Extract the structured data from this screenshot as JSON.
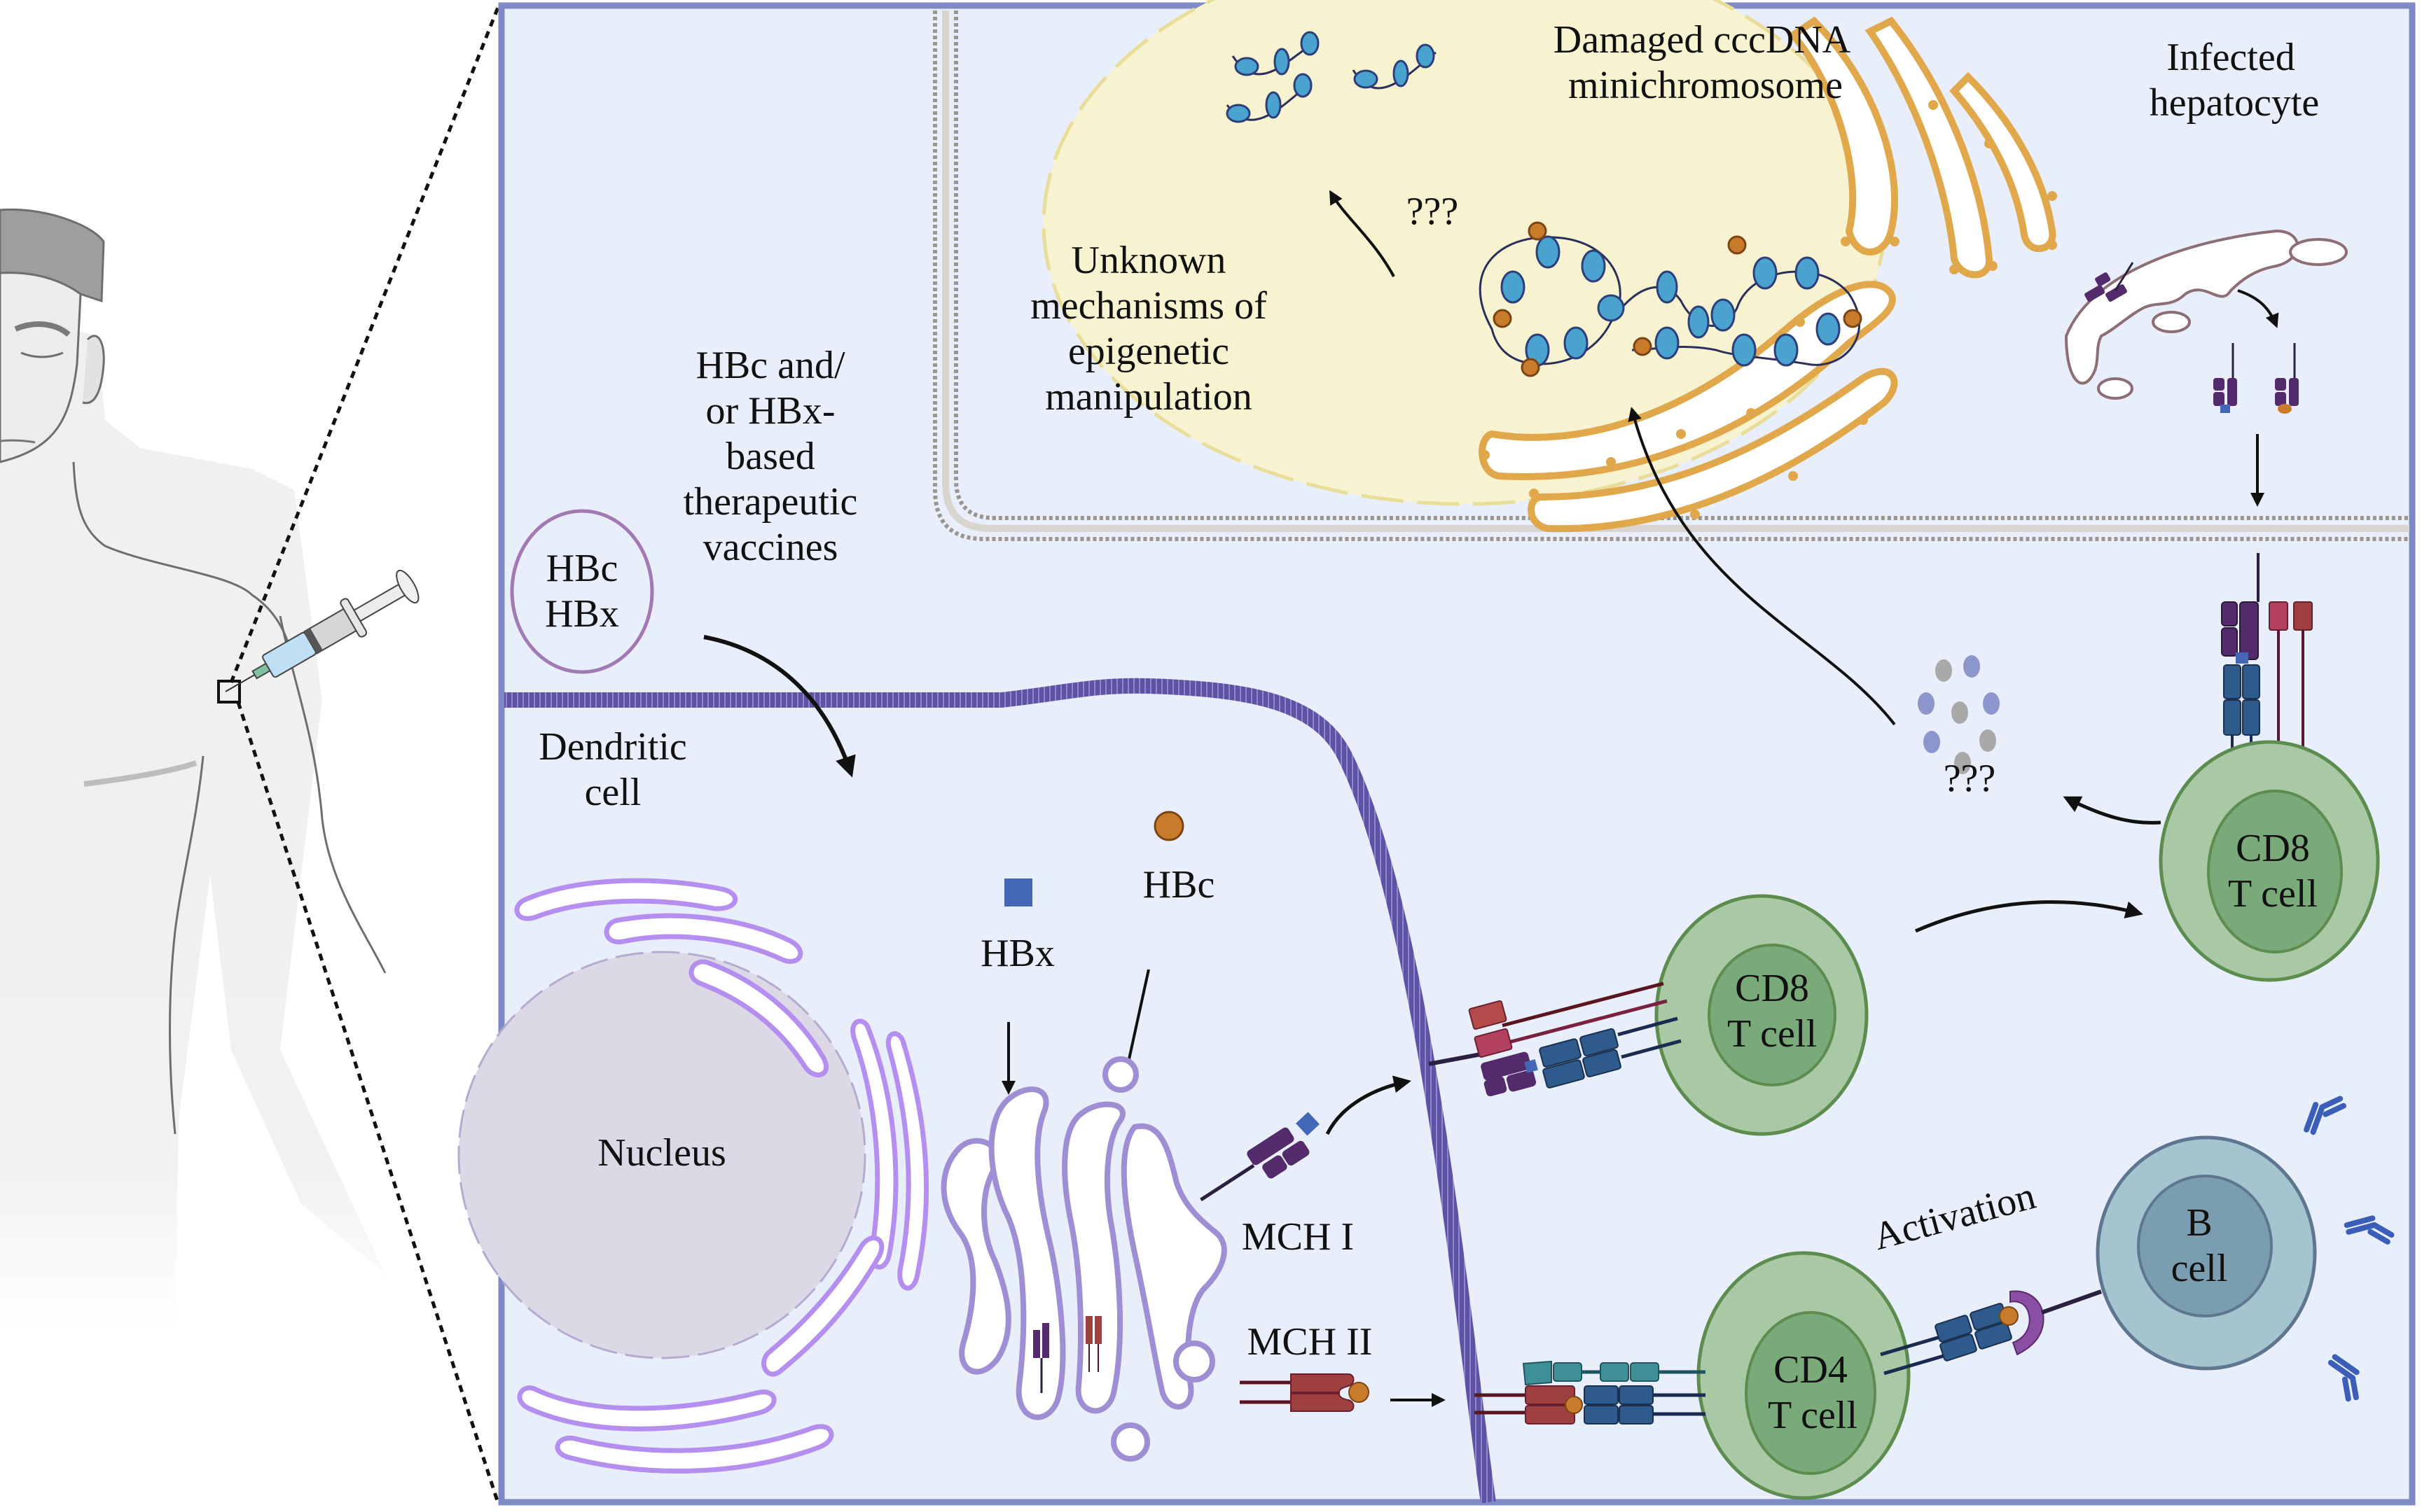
{
  "figure": {
    "type": "scientific-illustration",
    "subject": "HBc/HBx-based therapeutic vaccine mechanism"
  },
  "colors": {
    "frame_border": "#7e8ac6",
    "frame_fill": "#e9eefb",
    "hepatocyte_membrane": "#9b9591",
    "hepatocyte_nucleus": "#f7f2cf",
    "er_gold": "#e0a84a",
    "dc_membrane": "#5d52a3",
    "dc_nucleus": "#dcd8e6",
    "dc_er": "#b48ff0",
    "golgi": "#9f8ed4",
    "t_cell_outer": "#a9c9a4",
    "t_cell_inner": "#7aa97a",
    "t_cell_border": "#5c8c4e",
    "b_cell_outer": "#a4c4d0",
    "b_cell_inner": "#7a9db0",
    "hbx_blue": "#4466b6",
    "hbc_orange": "#c97b2c",
    "mhc1_purple": "#532a6b",
    "mhc2_red": "#9e4040",
    "tcr_blue": "#2f5a8c",
    "antibody_blue": "#3b5fb8"
  },
  "labels": {
    "hepatocyte_nucleus_title_line1": "Damaged cccDNA",
    "hepatocyte_nucleus_title_line2": "minichromosome",
    "epigenetic_unknown": "???",
    "epigenetic_line1": "Unknown",
    "epigenetic_line2": "mechanisms of",
    "epigenetic_line3": "epigenetic",
    "epigenetic_line4": "manipulation",
    "infected_line1": "Infected",
    "infected_line2": "hepatocyte",
    "vaccine_line1": "HBc and/",
    "vaccine_line2": "or HBx-",
    "vaccine_line3": "based",
    "vaccine_line4": "therapeutic",
    "vaccine_line5": "vaccines",
    "vaccine_circle_line1": "HBc",
    "vaccine_circle_line2": "HBx",
    "dc_line1": "Dendritic",
    "dc_line2": "cell",
    "hbx_label": "HBx",
    "hbc_label": "HBc",
    "nucleus_label": "Nucleus",
    "mhc1_label": "MCH I",
    "mhc2_label": "MCH II",
    "cd8_mid_line1": "CD8",
    "cd8_mid_line2": "T cell",
    "cd8_right_line1": "CD8",
    "cd8_right_line2": "T cell",
    "cytokine_unknown": "???",
    "cd4_line1": "CD4",
    "cd4_line2": "T cell",
    "activation_label": "Activation",
    "bcell_line1": "B",
    "bcell_line2": "cell"
  }
}
